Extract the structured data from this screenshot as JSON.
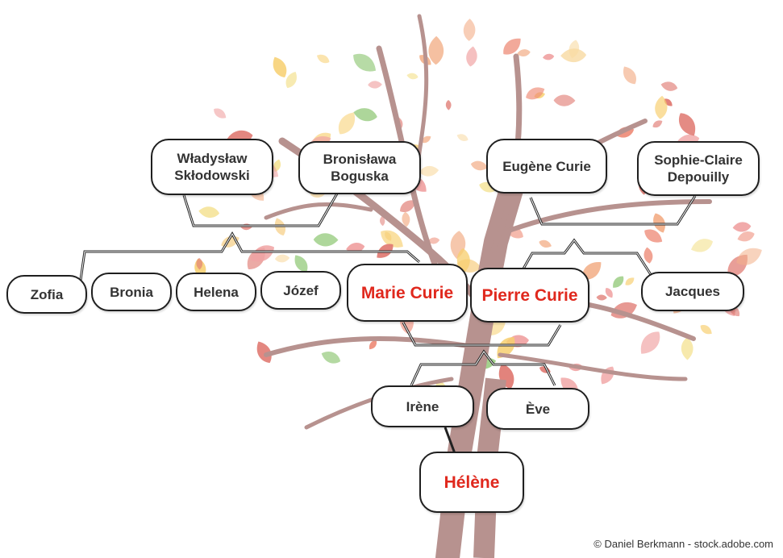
{
  "colors": {
    "trunk": "#b7928f",
    "connector": "#222222",
    "highlight_text": "#e0281d",
    "leaf_palette": [
      "#f3b08a",
      "#f7cf6e",
      "#f0a3a3",
      "#e07a72",
      "#8fc774",
      "#f8d9a0",
      "#ee8c78",
      "#f5e49a"
    ]
  },
  "people": {
    "wladyslaw": "Władysław\nSkłodowski",
    "bronislawa": "Bronisława\nBoguska",
    "eugene": "Eugène Curie",
    "sophie": "Sophie-Claire\nDepouilly",
    "zofia": "Zofia",
    "bronia": "Bronia",
    "helena": "Helena",
    "jozef": "Józef",
    "marie": "Marie Curie",
    "pierre": "Pierre Curie",
    "jacques": "Jacques",
    "irene": "Irène",
    "eve": "Ève",
    "helene": "Hélène"
  },
  "credit": "© Daniel Berkmann - stock.adobe.com"
}
